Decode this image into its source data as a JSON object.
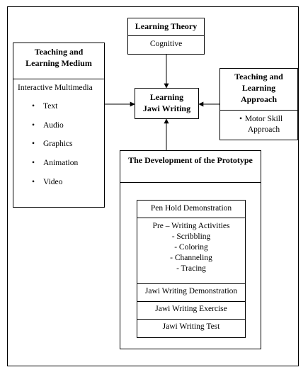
{
  "learning_theory": {
    "title": "Learning Theory",
    "item": "Cognitive"
  },
  "teaching_medium": {
    "title": [
      "Teaching and",
      "Learning Medium"
    ],
    "heading": "Interactive Multimedia",
    "items": [
      "Text",
      "Audio",
      "Graphics",
      "Animation",
      "Video"
    ]
  },
  "center": {
    "title": [
      "Learning",
      "Jawi Writing"
    ]
  },
  "teaching_approach": {
    "title": [
      "Teaching and",
      "Learning",
      "Approach"
    ],
    "item": [
      "Motor Skill",
      "Approach"
    ]
  },
  "prototype": {
    "title": "The Development of the Prototype",
    "steps": {
      "pen_hold": "Pen Hold Demonstration",
      "pre_writing": {
        "title": "Pre – Writing Activities",
        "items": [
          "- Scribbling",
          "- Coloring",
          "- Channeling",
          "- Tracing"
        ]
      },
      "demonstration": "Jawi Writing Demonstration",
      "exercise": "Jawi Writing Exercise",
      "test": "Jawi Writing Test"
    }
  }
}
